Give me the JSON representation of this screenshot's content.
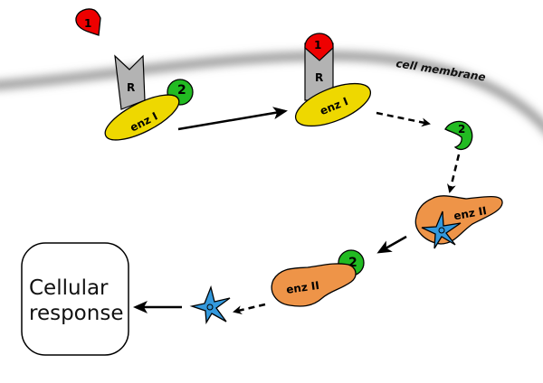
{
  "diagram": {
    "membrane_label": "cell membrane",
    "receptor_label": "R",
    "enzyme1_label": "enz I",
    "enzyme2_label": "enz II",
    "ligand1_label": "1",
    "messenger2_label": "2",
    "response_lines": [
      "Cellular",
      "response"
    ],
    "colors": {
      "ligand": "#ee0000",
      "receptor": "#b3b3b3",
      "enzyme1": "#eed800",
      "messenger": "#22bb22",
      "enzyme2": "#ee9448",
      "product": "#3399dd",
      "membrane": "#9a9a9a",
      "stroke": "#000000"
    },
    "steps": [
      {
        "from": "ligand-1",
        "to": "receptor-R",
        "style": "solid"
      },
      {
        "from": "enz-I",
        "to": "messenger-2",
        "style": "dashed"
      },
      {
        "from": "messenger-2",
        "to": "enz-II",
        "style": "dashed"
      },
      {
        "from": "enz-II-with-product",
        "to": "enz-II-bound-2",
        "style": "solid"
      },
      {
        "from": "enz-II-bound-2",
        "to": "product-star",
        "style": "dashed"
      },
      {
        "from": "product-star",
        "to": "cellular-response",
        "style": "solid"
      }
    ]
  }
}
